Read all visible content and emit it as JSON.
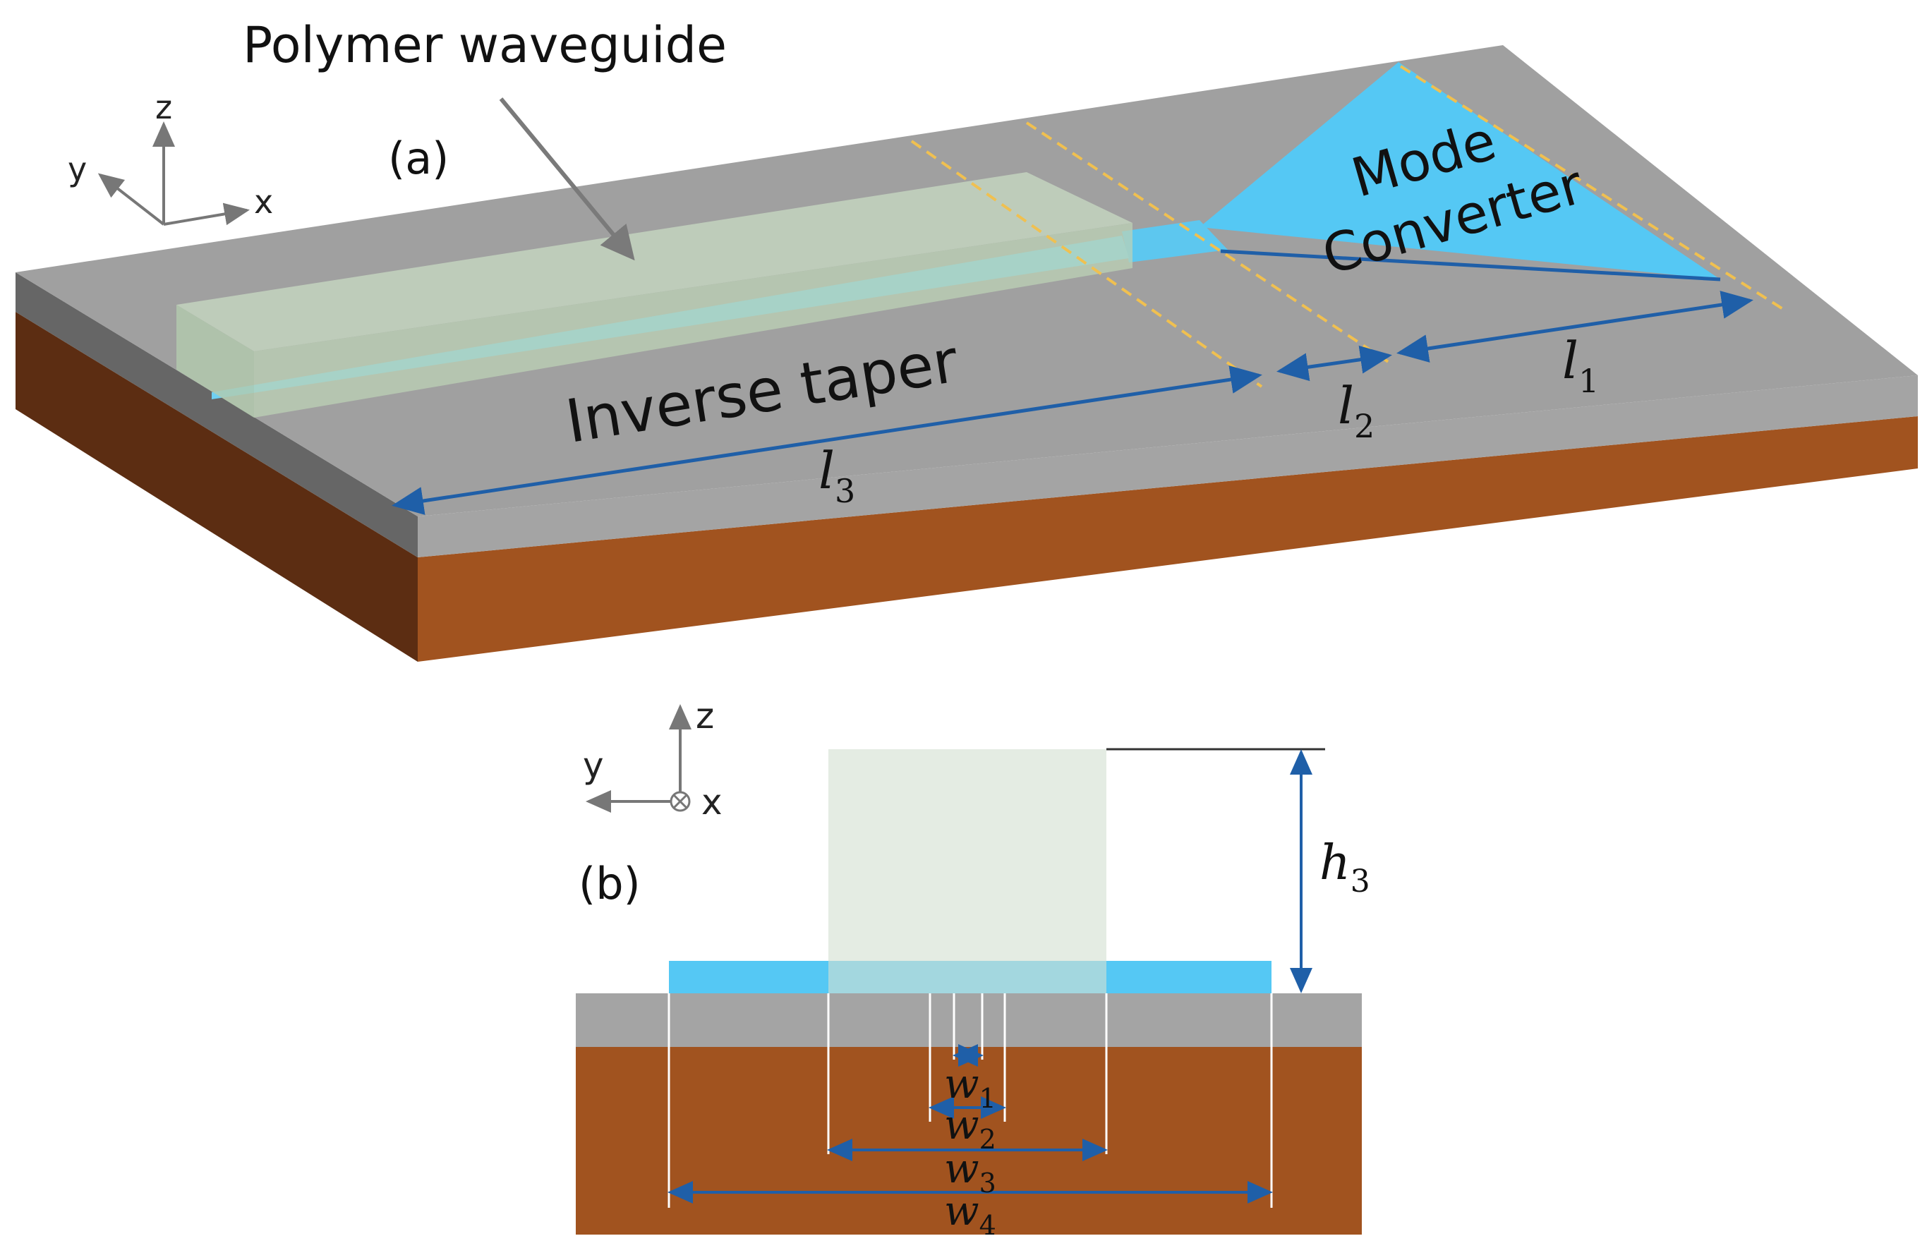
{
  "panel_a": {
    "panel_label": "(a)",
    "title_callout": "Polymer waveguide",
    "mode_converter_line1": "Mode",
    "mode_converter_line2": "Converter",
    "inverse_taper": "Inverse taper",
    "dims": {
      "l1": "l",
      "l1_sub": "1",
      "l2": "l",
      "l2_sub": "2",
      "l3": "l",
      "l3_sub": "3"
    },
    "axes": {
      "x": "x",
      "y": "y",
      "z": "z"
    }
  },
  "panel_b": {
    "panel_label": "(b)",
    "h3": "h",
    "h3_sub": "3",
    "w1": "w",
    "w1_sub": "1",
    "w2": "w",
    "w2_sub": "2",
    "w3": "w",
    "w3_sub": "3",
    "w4": "w",
    "w4_sub": "4",
    "axes": {
      "x": "x",
      "y": "y",
      "z": "z"
    }
  },
  "colors": {
    "substrate_top": "#a0a0a0",
    "substrate_front": "#a1531f",
    "substrate_side": "#5c2d12",
    "oxide_side": "#666666",
    "mode_converter": "#55c8f4",
    "polymer": "#c9dcc4",
    "dimension_arrow": "#1f5fa8",
    "guide_dash": "#f0c050"
  }
}
